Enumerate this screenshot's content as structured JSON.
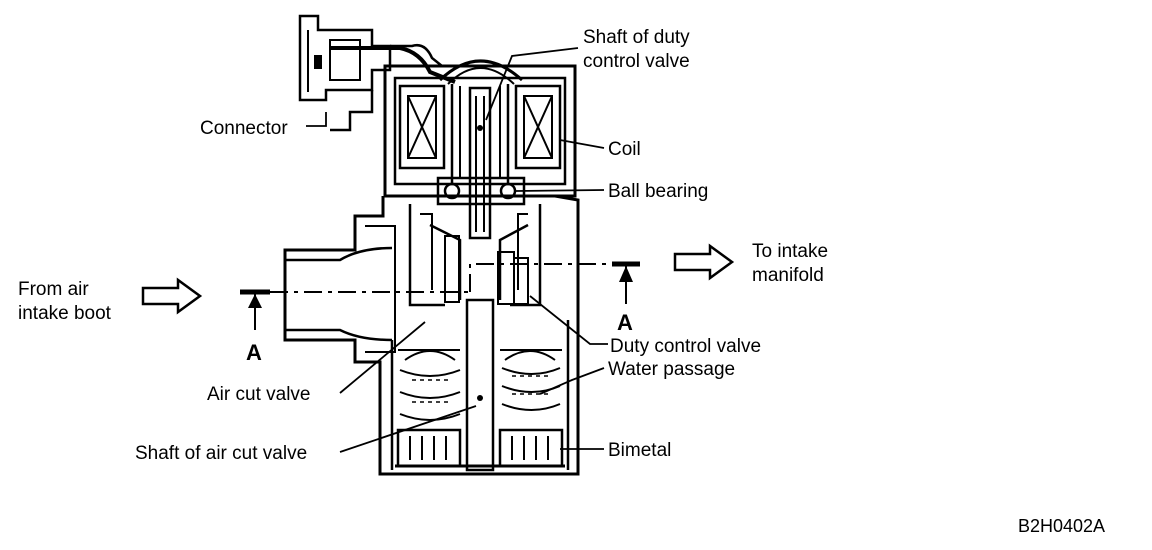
{
  "labels": {
    "shaft_duty_line1": "Shaft of duty",
    "shaft_duty_line2": "control valve",
    "connector": "Connector",
    "coil": "Coil",
    "ball_bearing": "Ball bearing",
    "to_intake_line1": "To intake",
    "to_intake_line2": "manifold",
    "from_air_line1": "From air",
    "from_air_line2": "intake boot",
    "duty_control_valve": "Duty control valve",
    "water_passage": "Water passage",
    "air_cut_valve": "Air cut valve",
    "shaft_air_cut": "Shaft of air cut valve",
    "bimetal": "Bimetal"
  },
  "section_marks": {
    "left": "A",
    "right": "A"
  },
  "figure_code": "B2H0402A"
}
